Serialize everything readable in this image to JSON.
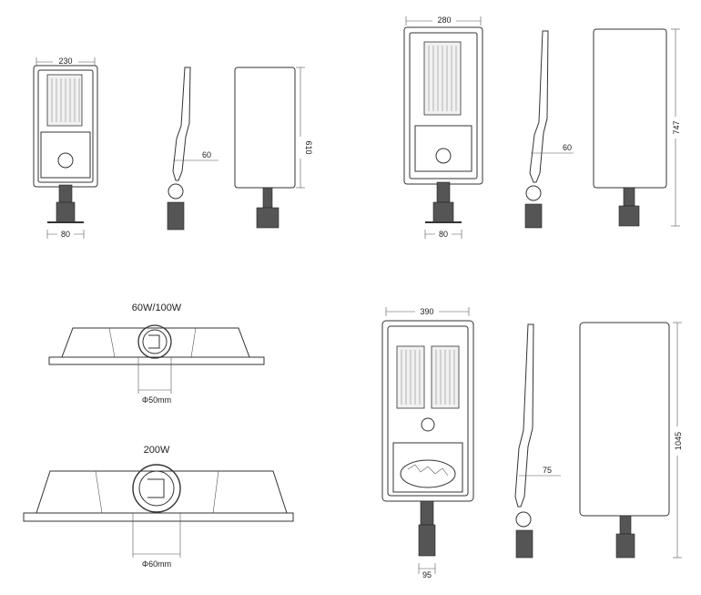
{
  "sections": {
    "small_light": {
      "width_label": "230",
      "pole_label": "80",
      "side_depth_label": "60",
      "height_label": "610"
    },
    "medium_light": {
      "width_label": "280",
      "pole_label": "80",
      "side_depth_label": "60",
      "height_label": "747"
    },
    "large_light": {
      "width_label": "390",
      "pole_label": "95",
      "side_depth_label": "75",
      "height_label": "1045"
    },
    "fitting_top": {
      "title": "60W/100W",
      "diameter_label": "Φ50mm"
    },
    "fitting_bottom": {
      "title": "200W",
      "diameter_label": "Φ60mm"
    }
  }
}
